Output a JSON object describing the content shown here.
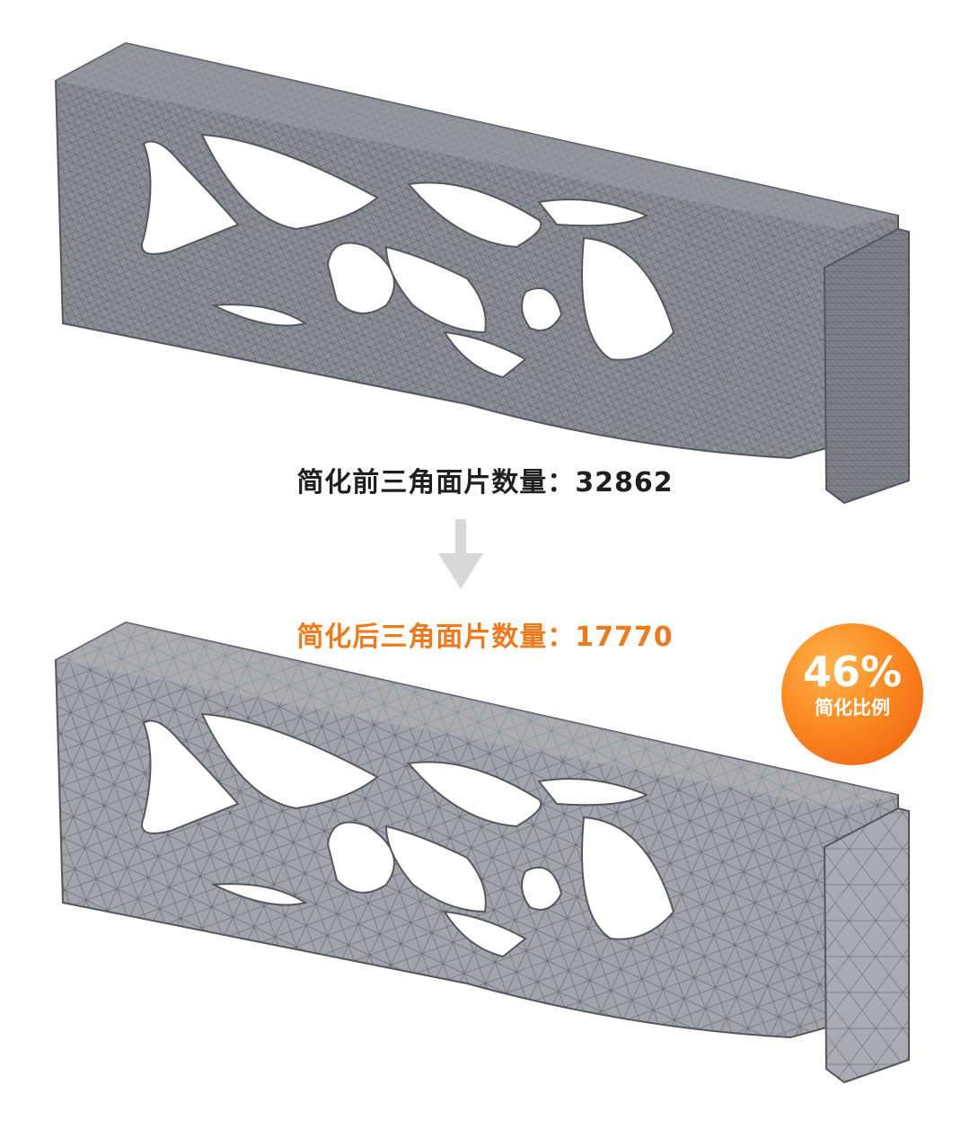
{
  "before": {
    "caption": "简化前三角面片数量：32862"
  },
  "after": {
    "caption": "简化后三角面片数量：17770"
  },
  "badge": {
    "percent": "46%",
    "label": "简化比例"
  },
  "colors": {
    "mesh_fill": "#8d8f96",
    "mesh_fill_light": "#a7a9b0",
    "mesh_line": "#5f6168",
    "accent": "#f07a1b",
    "arrow": "#d8d8d8",
    "text": "#1f1f1f"
  },
  "icons": {
    "arrow": "arrow-down-icon"
  }
}
